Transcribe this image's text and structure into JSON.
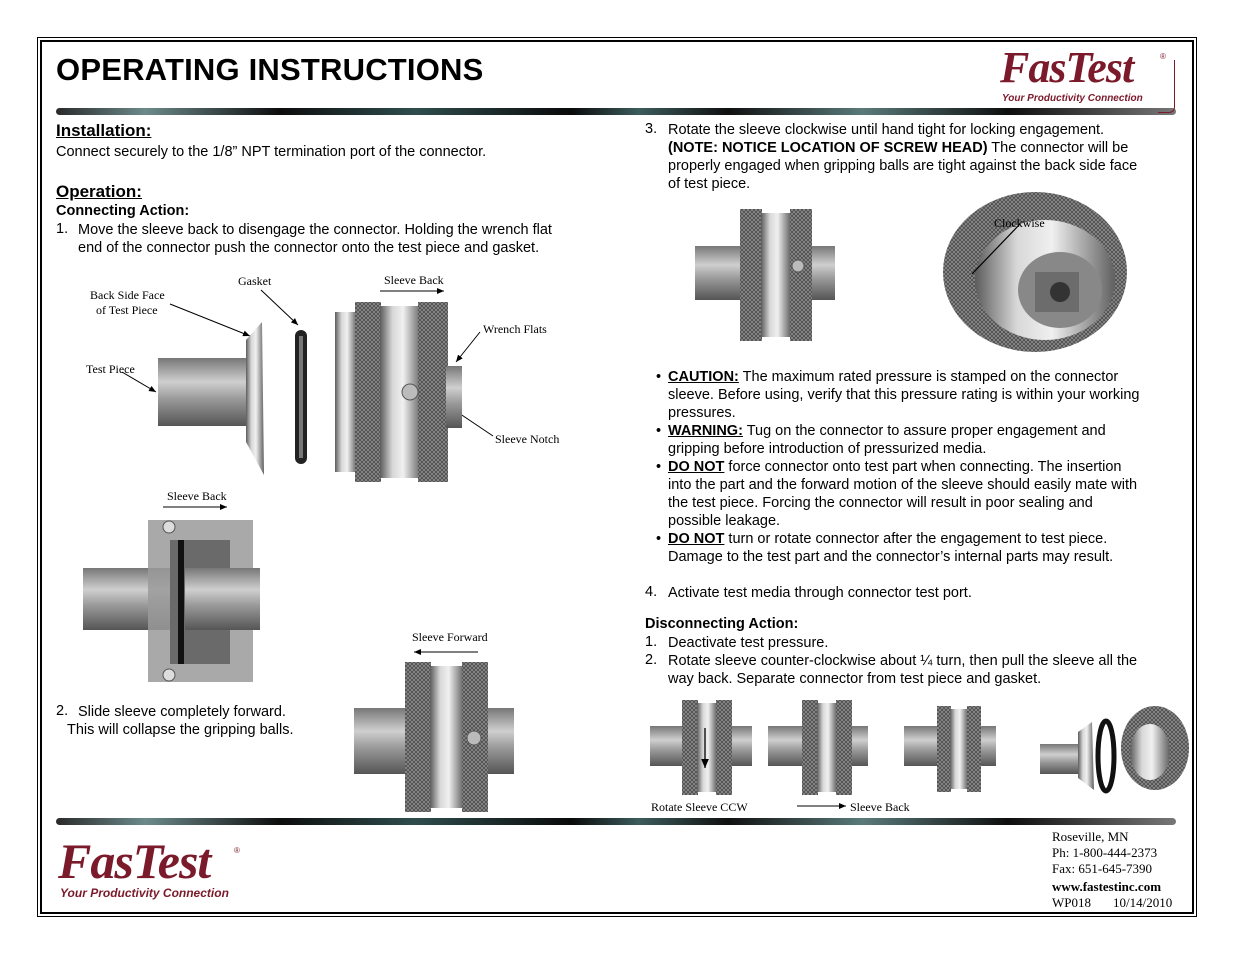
{
  "header": {
    "title": "OPERATING INSTRUCTIONS",
    "logo_word": "FasTest",
    "logo_tagline": "Your Productivity Connection",
    "logo_mark": "®"
  },
  "installation": {
    "heading": "Installation:",
    "text": "Connect securely to the 1/8” NPT termination port of the connector."
  },
  "operation": {
    "heading": "Operation:",
    "connecting_heading": "Connecting Action:",
    "step1_num": "1.",
    "step1_line1": "Move the sleeve back to disengage the connector. Holding the wrench flat",
    "step1_line2": "end of the connector push the connector onto the test piece and gasket.",
    "step2_num": "2.",
    "step2_line1": "Slide sleeve completely forward.",
    "step2_line2": "This will collapse the gripping balls."
  },
  "figure1_labels": {
    "gasket": "Gasket",
    "sleeve_back": "Sleeve Back",
    "back_side_face_1": "Back Side Face",
    "back_side_face_2": "of Test Piece",
    "wrench_flats": "Wrench Flats",
    "test_piece": "Test Piece",
    "sleeve_notch": "Sleeve Notch"
  },
  "figure2_labels": {
    "sleeve_back": "Sleeve Back"
  },
  "figure3_labels": {
    "sleeve_forward": "Sleeve Forward"
  },
  "step3": {
    "num": "3.",
    "line1": "Rotate the sleeve clockwise until hand tight for locking engagement.",
    "line2_bold": "(NOTE: NOTICE LOCATION OF SCREW HEAD)",
    "line2_rest": " The connector will be",
    "line3": "properly engaged when gripping balls are tight against the back side face",
    "line4": "of test piece.",
    "clockwise_label": "Clockwise"
  },
  "bullets": [
    {
      "key": "CAUTION:",
      "l1": " The maximum rated pressure is stamped on the connector",
      "l2": "sleeve. Before using, verify that this pressure rating is within your working",
      "l3": "pressures."
    },
    {
      "key": "WARNING:",
      "l1": " Tug on the connector to assure proper engagement and",
      "l2": "gripping before introduction of pressurized media."
    },
    {
      "key": "DO NOT",
      "l1": " force connector onto test part when connecting. The insertion",
      "l2": "into the part and the forward motion of the sleeve should easily mate with",
      "l3": "the test piece. Forcing the connector will result in poor sealing and",
      "l4": "possible leakage."
    },
    {
      "key": "DO NOT",
      "l1": " turn or rotate connector after the engagement to test piece.",
      "l2": "Damage to the test part and the connector’s internal parts may result."
    }
  ],
  "step4": {
    "num": "4.",
    "text": "Activate test media through connector test port."
  },
  "disconnecting": {
    "heading": "Disconnecting Action:",
    "s1_num": "1.",
    "s1": "Deactivate test pressure.",
    "s2_num": "2.",
    "s2_l1": "Rotate sleeve counter-clockwise about ¼ turn, then pull the sleeve all the",
    "s2_l2": "way back. Separate connector from test piece and gasket.",
    "label_ccw": "Rotate Sleeve CCW",
    "label_back": "Sleeve Back"
  },
  "footer": {
    "city": "Roseville, MN",
    "phone": "Ph: 1-800-444-2373",
    "fax": "Fax: 651-645-7390",
    "web": "www.fastestinc.com",
    "doc_id": "WP018",
    "date": "10/14/2010"
  }
}
